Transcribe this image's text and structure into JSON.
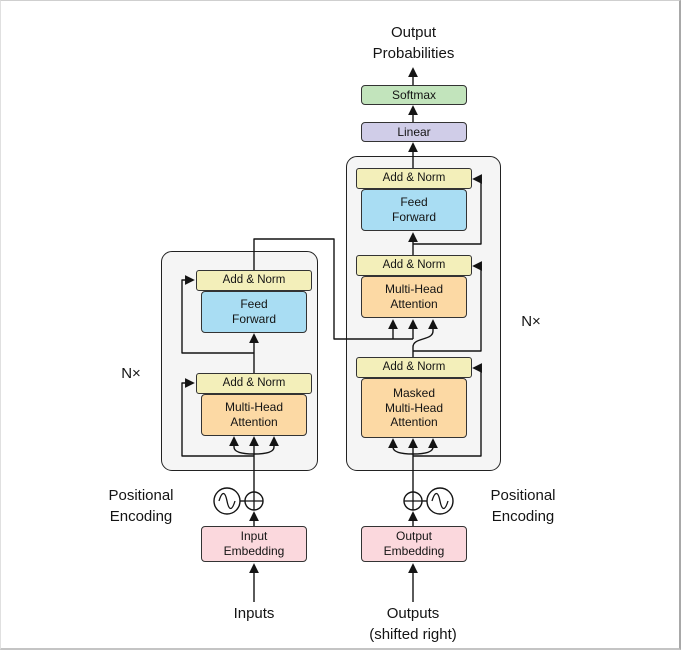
{
  "colors": {
    "add_norm": "#f3efba",
    "feed_forward": "#a9ddf3",
    "attention": "#fcd9a4",
    "embedding": "#fbd8dd",
    "linear": "#d0cde8",
    "softmax": "#c2e4bc",
    "block_bg": "#f5f5f5",
    "line": "#141414"
  },
  "output_head": {
    "probabilities_label": "Output\nProbabilities",
    "softmax": "Softmax",
    "linear": "Linear"
  },
  "encoder": {
    "repeat_label": "N×",
    "add_norm_upper": "Add & Norm",
    "feed_forward": "Feed\nForward",
    "add_norm_lower": "Add & Norm",
    "attention": "Multi-Head\nAttention",
    "embedding": "Input\nEmbedding",
    "positional_encoding_label": "Positional\nEncoding",
    "input_label": "Inputs"
  },
  "decoder": {
    "repeat_label": "N×",
    "add_norm_upper": "Add & Norm",
    "feed_forward": "Feed\nForward",
    "add_norm_middle": "Add & Norm",
    "cross_attention": "Multi-Head\nAttention",
    "add_norm_lower": "Add & Norm",
    "masked_attention": "Masked\nMulti-Head\nAttention",
    "embedding": "Output\nEmbedding",
    "positional_encoding_label": "Positional\nEncoding",
    "input_label": "Outputs\n(shifted right)"
  }
}
